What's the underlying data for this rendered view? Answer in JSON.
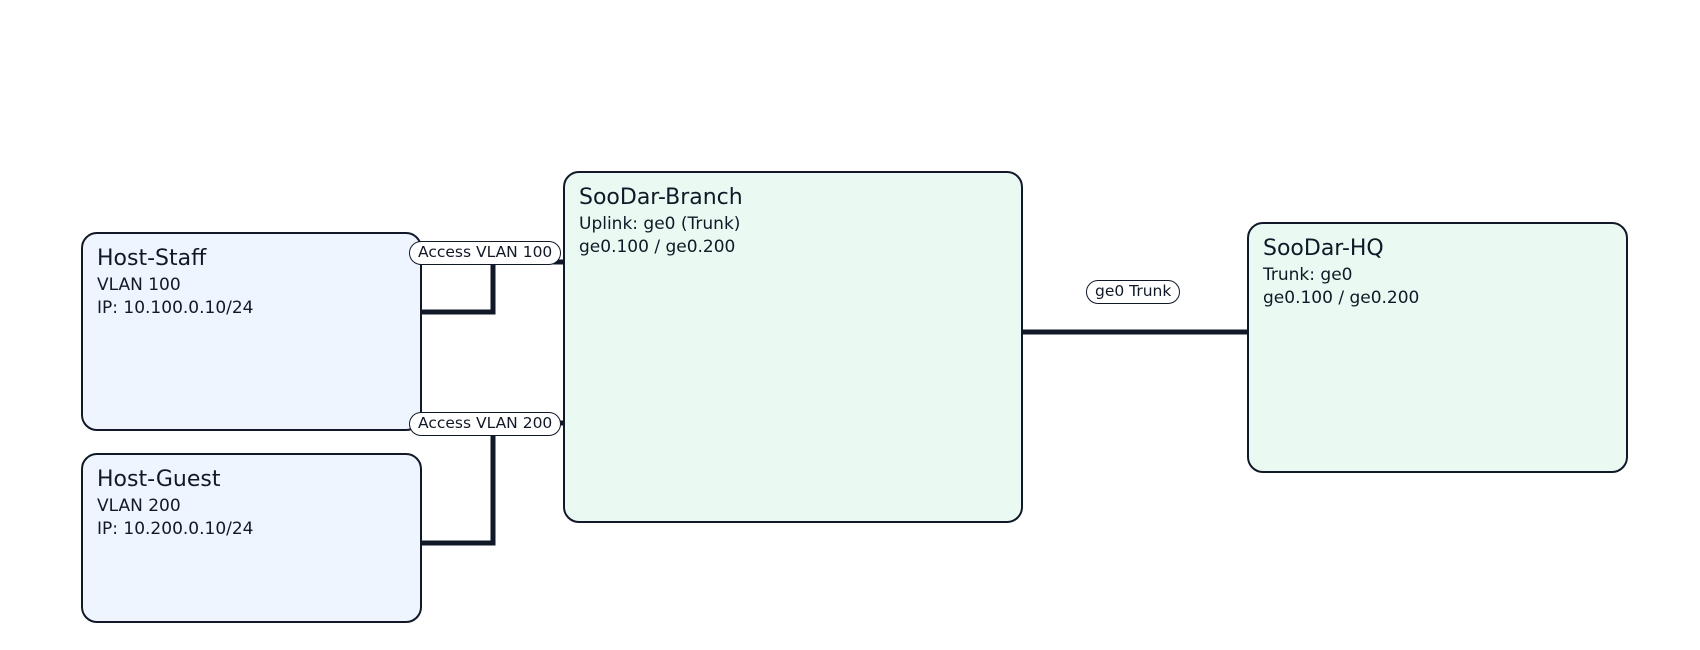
{
  "colors": {
    "stroke": "#111827",
    "host_fill": "#eef5fe",
    "router_fill": "#eafaf2",
    "label_fill": "#ffffff"
  },
  "nodes": {
    "host_staff": {
      "title": "Host-Staff",
      "lines": [
        "VLAN 100",
        "IP: 10.100.0.10/24"
      ]
    },
    "host_guest": {
      "title": "Host-Guest",
      "lines": [
        "VLAN 200",
        "IP: 10.200.0.10/24"
      ]
    },
    "branch": {
      "title": "SooDar-Branch",
      "lines": [
        "Uplink: ge0 (Trunk)",
        "ge0.100 / ge0.200"
      ]
    },
    "hq": {
      "title": "SooDar-HQ",
      "lines": [
        "Trunk: ge0",
        "ge0.100 / ge0.200"
      ]
    }
  },
  "links": {
    "access_vlan_100": "Access VLAN 100",
    "access_vlan_200": "Access VLAN 200",
    "ge0_trunk": "ge0 Trunk"
  }
}
